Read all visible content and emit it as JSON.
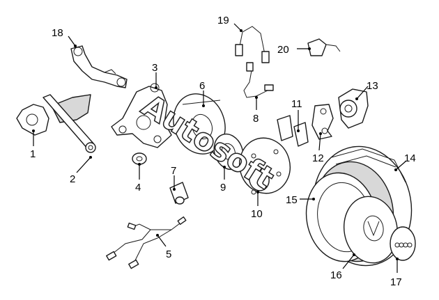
{
  "diagram": {
    "callouts": [
      "1",
      "2",
      "3",
      "4",
      "5",
      "6",
      "7",
      "8",
      "9",
      "10",
      "11",
      "12",
      "13",
      "14",
      "15",
      "16",
      "17",
      "18",
      "19",
      "20"
    ],
    "watermark": "Autosoft"
  }
}
